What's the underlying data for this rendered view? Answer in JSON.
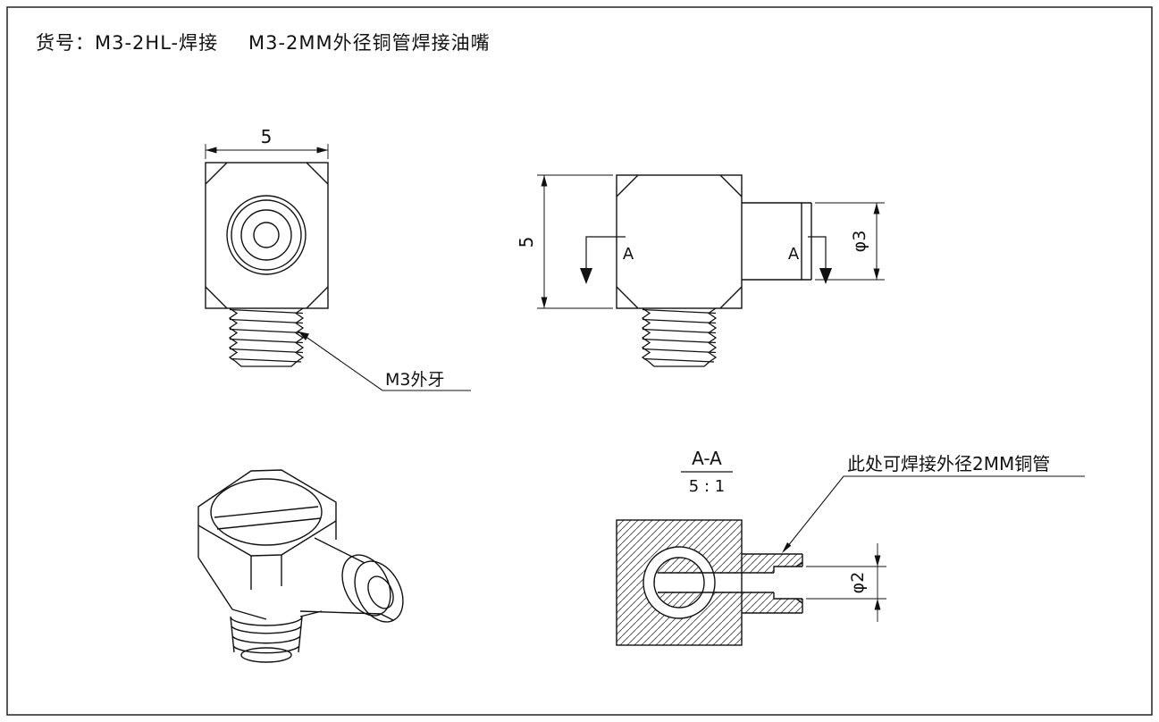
{
  "title": {
    "part_no": "货号：M3-2HL-焊接",
    "part_desc": "M3-2MM外径铜管焊接油嘴"
  },
  "front_view": {
    "width_dim": "5",
    "thread_note": "M3外牙"
  },
  "side_view": {
    "height_dim": "5",
    "boss_dia_dim": "φ3",
    "section_label_left": "A",
    "section_label_right": "A"
  },
  "section_view": {
    "title": "A-A",
    "scale": "5 : 1",
    "weld_note": "此处可焊接外径2MM铜管",
    "hole_dia_dim": "φ2"
  },
  "colors": {
    "line": "#111111",
    "background": "#ffffff"
  }
}
